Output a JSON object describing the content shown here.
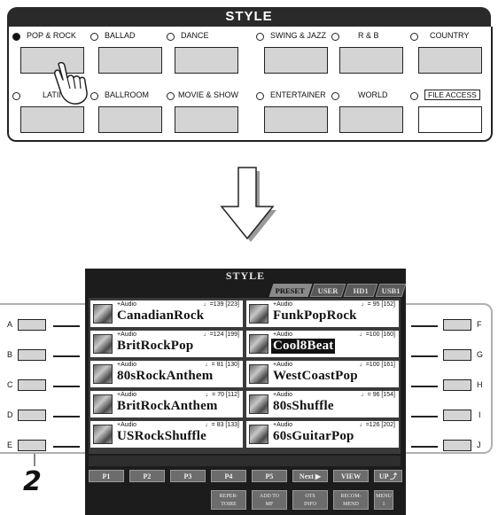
{
  "panel": {
    "title": "STYLE",
    "buttons_row1": [
      {
        "label": "POP & ROCK",
        "active": true
      },
      {
        "label": "BALLAD",
        "active": false
      },
      {
        "label": "DANCE",
        "active": false
      },
      {
        "label": "SWING & JAZZ",
        "active": false
      },
      {
        "label": "R & B",
        "active": false
      },
      {
        "label": "COUNTRY",
        "active": false
      }
    ],
    "buttons_row2": [
      {
        "label": "LATIN",
        "active": false
      },
      {
        "label": "BALLROOM",
        "active": false
      },
      {
        "label": "MOVIE & SHOW",
        "active": false
      },
      {
        "label": "ENTERTAINER",
        "active": false
      },
      {
        "label": "WORLD",
        "active": false
      },
      {
        "label": "FILE ACCESS",
        "active": false
      }
    ]
  },
  "screen": {
    "title": "STYLE",
    "tabs": [
      "PRESET",
      "USER",
      "HD1",
      "USB1"
    ],
    "active_tab": "PRESET",
    "styles_left": [
      {
        "tag": "+Audio",
        "tempo": "♩=139 [223]",
        "name": "CanadianRock"
      },
      {
        "tag": "+Audio",
        "tempo": "♩=124 [199]",
        "name": "BritRockPop"
      },
      {
        "tag": "+Audio",
        "tempo": "♩= 81 [130]",
        "name": "80sRockAnthem"
      },
      {
        "tag": "+Audio",
        "tempo": "♩= 70 [112]",
        "name": "BritRockAnthem"
      },
      {
        "tag": "+Audio",
        "tempo": "♩= 83 [133]",
        "name": "USRockShuffle"
      }
    ],
    "styles_right": [
      {
        "tag": "+Audio",
        "tempo": "♩= 95 [152]",
        "name": "FunkPopRock"
      },
      {
        "tag": "+Audio",
        "tempo": "♩=100 [160]",
        "name": "Cool8Beat",
        "selected": true
      },
      {
        "tag": "+Audio",
        "tempo": "♩=100 [161]",
        "name": "WestCoastPop"
      },
      {
        "tag": "+Audio",
        "tempo": "♩= 96 [154]",
        "name": "80sShuffle"
      },
      {
        "tag": "+Audio",
        "tempo": "♩=126 [202]",
        "name": "60sGuitarPop"
      }
    ],
    "page_buttons": [
      "P1",
      "P2",
      "P3",
      "P4",
      "P5",
      "Next ▶",
      "VIEW",
      "UP ⤴"
    ],
    "soft_buttons": [
      {
        "line1": "REPER-",
        "line2": "TOIRE"
      },
      {
        "line1": "ADD TO",
        "line2": "MF"
      },
      {
        "line1": "OTS",
        "line2": "INFO"
      },
      {
        "line1": "RECOM-",
        "line2": "MEND"
      },
      {
        "line1": "MENU",
        "line2": "1"
      }
    ]
  },
  "side_labels_left": [
    "A",
    "B",
    "C",
    "D",
    "E"
  ],
  "side_labels_right": [
    "F",
    "G",
    "H",
    "I",
    "J"
  ],
  "step_number": "2"
}
